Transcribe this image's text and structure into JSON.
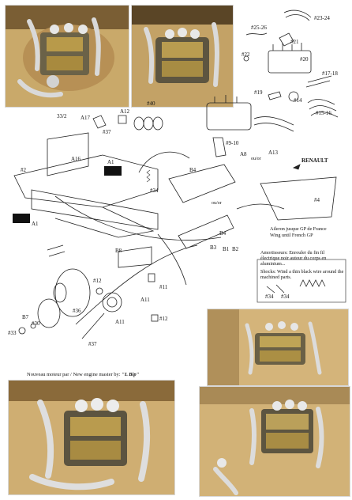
{
  "labels": {
    "p25_26": "#25-26",
    "p23_24": "#23-24",
    "p21": "#21",
    "p22": "#22",
    "p20": "#20",
    "p17_18": "#17-18",
    "p19": "#19",
    "p14": "#14",
    "p15_16": "#15-16",
    "p33_2": "33/2",
    "a17": "A17",
    "a12": "A12",
    "p40": "#40",
    "p37a": "#37",
    "a16": "A16",
    "p2": "#2",
    "a1a": "A1",
    "a1b": "A1",
    "p34a": "#34",
    "p9_10": "#9-10",
    "a8": "A8",
    "a13": "A13",
    "ouor1": "ou/or",
    "ouor2": "ou/or",
    "b4a": "B4",
    "b4b": "B4",
    "p4": "#4",
    "b8": "B8",
    "b3": "B3",
    "b1": "B1",
    "b2": "B2",
    "p12a": "#12",
    "p12b": "#12",
    "p11": "#11",
    "a11a": "A11",
    "a11b": "A11",
    "b7": "B7",
    "p30": "#30",
    "p36": "#36",
    "p33": "#33",
    "p37b": "#37",
    "p34b": "#34",
    "p34c": "#34"
  },
  "renault": "RENAULT",
  "wing_fr": "Aileron jusque GP de France",
  "wing_en": "Wing until French GP",
  "shocks_fr": "Amortisseurs: Enrouler du fin fil électrique noir autour du corps en aluminium...",
  "shocks_en": "Shocks: Wind a thin black wire around the machined parts.",
  "caption_prefix": "Nouveau moteur par / New engine master by: ",
  "caption_author": "\"L Bip\""
}
